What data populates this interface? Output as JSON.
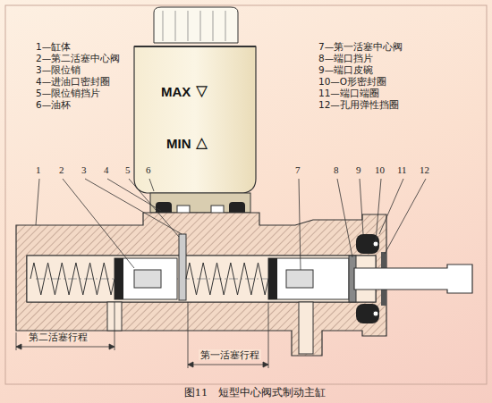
{
  "diagram": {
    "caption": "图11　短型中心阀式制动主缸",
    "nodes": [
      {
        "text": [
          "MAX ▽",
          "MIN △"
        ]
      }
    ],
    "labels": [
      "1—缸体",
      "2—第二活塞中心阀",
      "3—限位销",
      "4—进油口密封圈",
      "5—限位销挡片",
      "6—油杯",
      "7—第一活塞中心阀",
      "8—端口挡片",
      "9—端口皮碗",
      "10—O形密封圈",
      "11—端口端圈",
      "12—孔用弹性挡圈",
      "1",
      "2",
      "3",
      "4",
      "5",
      "6",
      "7",
      "8",
      "9",
      "10",
      "11",
      "12",
      "第二活塞行程",
      "第一活塞行程"
    ]
  }
}
